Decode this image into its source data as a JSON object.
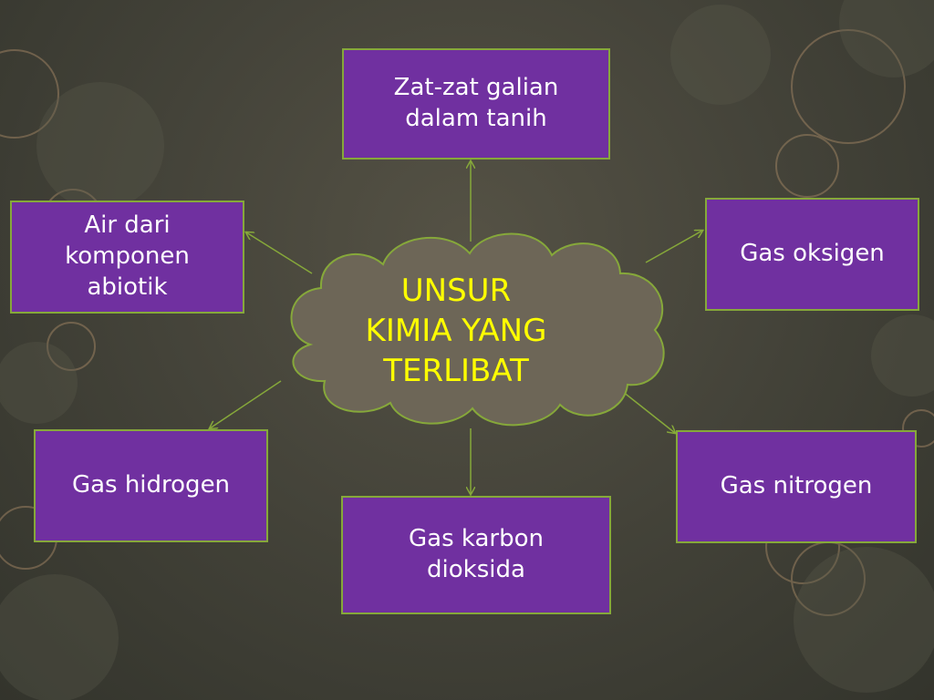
{
  "diagram": {
    "center": {
      "label": "UNSUR\nKIMIA YANG\nTERLIBAT"
    },
    "nodes": [
      {
        "id": "top",
        "label": "Zat-zat galian\ndalam tanih"
      },
      {
        "id": "left-up",
        "label": "Air dari\nkomponen\nabiotik"
      },
      {
        "id": "right-up",
        "label": "Gas oksigen"
      },
      {
        "id": "left-dn",
        "label": "Gas hidrogen"
      },
      {
        "id": "right-dn",
        "label": "Gas nitrogen"
      },
      {
        "id": "bottom",
        "label": "Gas karbon\ndioksida"
      }
    ]
  },
  "colors": {
    "box_fill": "#7030a0",
    "box_border": "#86a83a",
    "box_text": "#ffffff",
    "cloud_fill": "#6d6657",
    "cloud_border": "#86a83a",
    "center_text": "#ffff00",
    "connector": "#86a83a"
  }
}
